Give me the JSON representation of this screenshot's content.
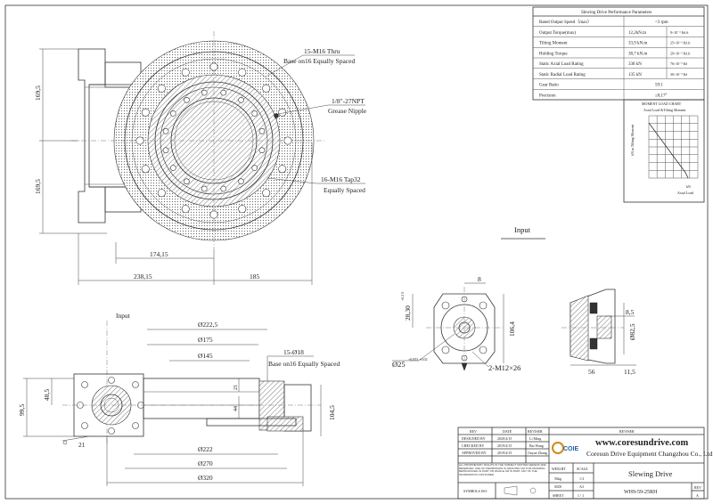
{
  "perf_table": {
    "title": "Slewing Drive Performance Parameters",
    "rows": [
      {
        "label": "Rated Output Speed（max）",
        "value": "<3 rpm",
        "value2": ""
      },
      {
        "label": "Output Torque(max)",
        "value": "12,2kN.m",
        "value2": "9×10⁻³ lbf.ft"
      },
      {
        "label": "Tilting Moment",
        "value": "33,9 kN.m",
        "value2": "25×10⁻³ lbf.ft"
      },
      {
        "label": "Holding Torque",
        "value": "38,7 kN.m",
        "value2": "29×10⁻³ lbf.ft"
      },
      {
        "label": "Static Axial Load Rating",
        "value": "338 kN",
        "value2": "76×10⁻³ lbf"
      },
      {
        "label": "Static Radial Load Rating",
        "value": "135 kN",
        "value2": "30×10⁻³ lbf"
      },
      {
        "label": "Gear Ratio",
        "value": "59:1",
        "value2": ""
      },
      {
        "label": "Precision",
        "value": "≤0,17°",
        "value2": ""
      }
    ]
  },
  "moment_chart": {
    "title": "MOMENT LOAD CHART",
    "subtitle": "Axial Load &Tilting Moment",
    "y_label": "kN.m Tilting Moment",
    "x_label": "Axial Load",
    "x_unit": "kN"
  },
  "top_view": {
    "callout_top": "15-M16 Thru",
    "callout_top_2": "Base on16  Equally Spaced",
    "callout_npt": "1/8\"-27NPT",
    "callout_npt_2": "Grease Nipple",
    "callout_tap": "16-M16 Tap32",
    "callout_tap_2": "Equally Spaced",
    "dim_upper": "169,5",
    "dim_lower": "169,5",
    "dim_174": "174,15",
    "dim_238": "238,15",
    "dim_185": "185"
  },
  "input_labels": {
    "input_main": "Input",
    "input_small": "Input"
  },
  "section_view": {
    "d222_5": "Ø222,5",
    "d175": "Ø175",
    "d145": "Ø145",
    "callout_holes": "15-Ø18",
    "callout_holes_2": "Base on16  Equally Spaced",
    "h48_5": "48,5",
    "h99_5": "99,5",
    "h21": "21",
    "h44": "44",
    "h104_5": "104,5",
    "d222": "Ø222",
    "d270": "Ø270",
    "d320": "Ø320",
    "angle21": "21"
  },
  "detail_view": {
    "d8": "8",
    "h28_3": "28,30",
    "h28_3_tol": "+0.2 0",
    "h106_4": "106,4",
    "d25": "Ø25",
    "d25_tol": "+0,053 +0,02",
    "callout_m12": "2-M12×26"
  },
  "side_detail": {
    "d8_5": "8,5",
    "d82_5": "Ø82,5",
    "w56": "56",
    "w11_5": "11,5"
  },
  "title_block": {
    "col_rev": "REV",
    "col_date": "DATE",
    "col_reviser": "REVISER",
    "col_reviser2": "REVISER",
    "designed_by": "DESIGNED BY",
    "designed_date": "2020/4/15",
    "designed_name": "Li Ming",
    "checked_by": "CHECKED BY",
    "checked_date": "2019/4/15",
    "checked_name": "Bai Wang",
    "approved_by": "APPROVED BY",
    "approved_date": "2019/4/15",
    "approved_name": "Ouyue Zhang",
    "rights_note": "ALL PROPRIETARY RIGHTS IN THE SUBJECT MATTER HEREOF ARE RESERVED, AND NO PERMISSION IS GRANTED OR THIS DRAWING REPRODUCED IN PART OR WHOLE OR IN PART, ANY OF THE INFORMATION CONTAINED.",
    "symbols_iso": "SYMBOLS ISO",
    "logo_text": "COIE",
    "website": "www.coresundrive.com",
    "company": "Coresun Drive Equipment Changzhou Co., Ltd.",
    "weight_label": "WEIGHT",
    "weight_value": "56kg",
    "scale_label": "SCALE",
    "scale_value": "1:3",
    "part_name": "Slewing Drive",
    "size_label": "SIZE",
    "size_value": "A3",
    "sheet_label": "SHEET",
    "sheet_value": "1 / 1",
    "drawing_no": "WH9-59-25RH",
    "rev_label": "REV",
    "rev_value": "A"
  }
}
